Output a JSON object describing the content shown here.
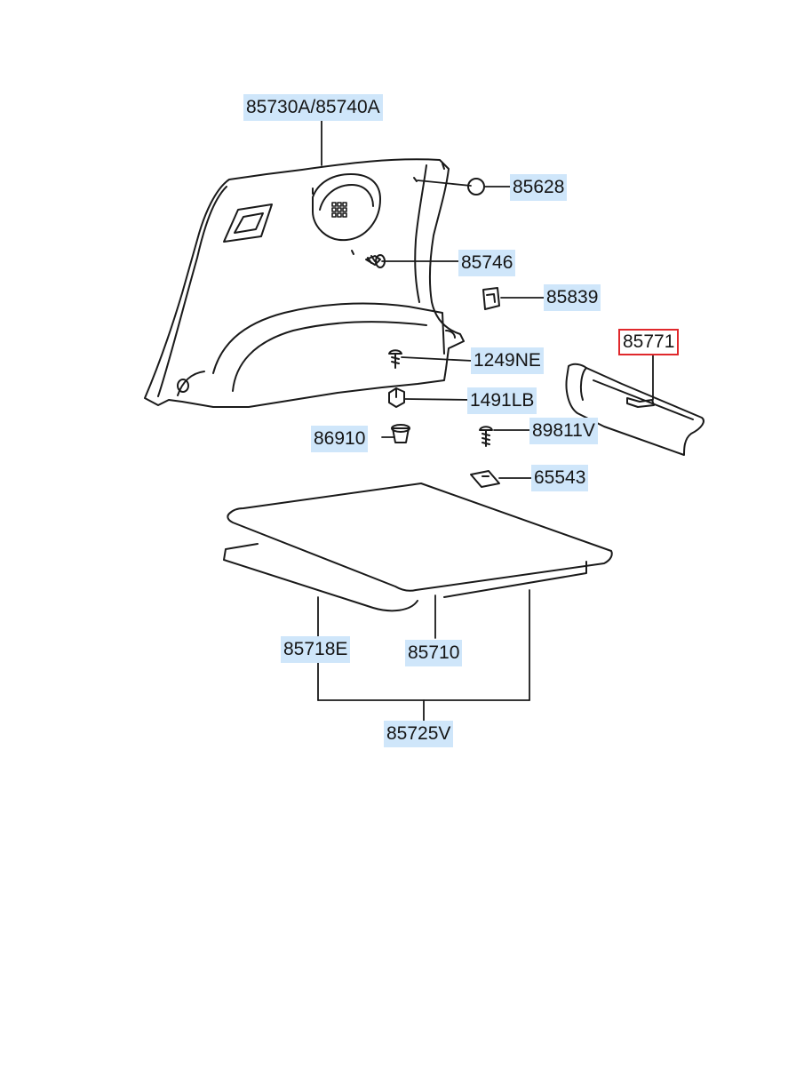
{
  "diagram": {
    "part_labels": [
      {
        "id": "85730A_85740A",
        "text": "85730A/85740A",
        "highlighted": false
      },
      {
        "id": "85628",
        "text": "85628",
        "highlighted": false
      },
      {
        "id": "85746",
        "text": "85746",
        "highlighted": false
      },
      {
        "id": "85839",
        "text": "85839",
        "highlighted": false
      },
      {
        "id": "85771",
        "text": "85771",
        "highlighted": true
      },
      {
        "id": "1249NE",
        "text": "1249NE",
        "highlighted": false
      },
      {
        "id": "1491LB",
        "text": "1491LB",
        "highlighted": false
      },
      {
        "id": "86910",
        "text": "86910",
        "highlighted": false
      },
      {
        "id": "89811V",
        "text": "89811V",
        "highlighted": false
      },
      {
        "id": "65543",
        "text": "65543",
        "highlighted": false
      },
      {
        "id": "85718E",
        "text": "85718E",
        "highlighted": false
      },
      {
        "id": "85710",
        "text": "85710",
        "highlighted": false
      },
      {
        "id": "85725V",
        "text": "85725V",
        "highlighted": false
      }
    ]
  },
  "colors": {
    "label_fill": "#cfe6fa",
    "highlight_border": "#e0282c",
    "line": "#1a1a1a"
  }
}
